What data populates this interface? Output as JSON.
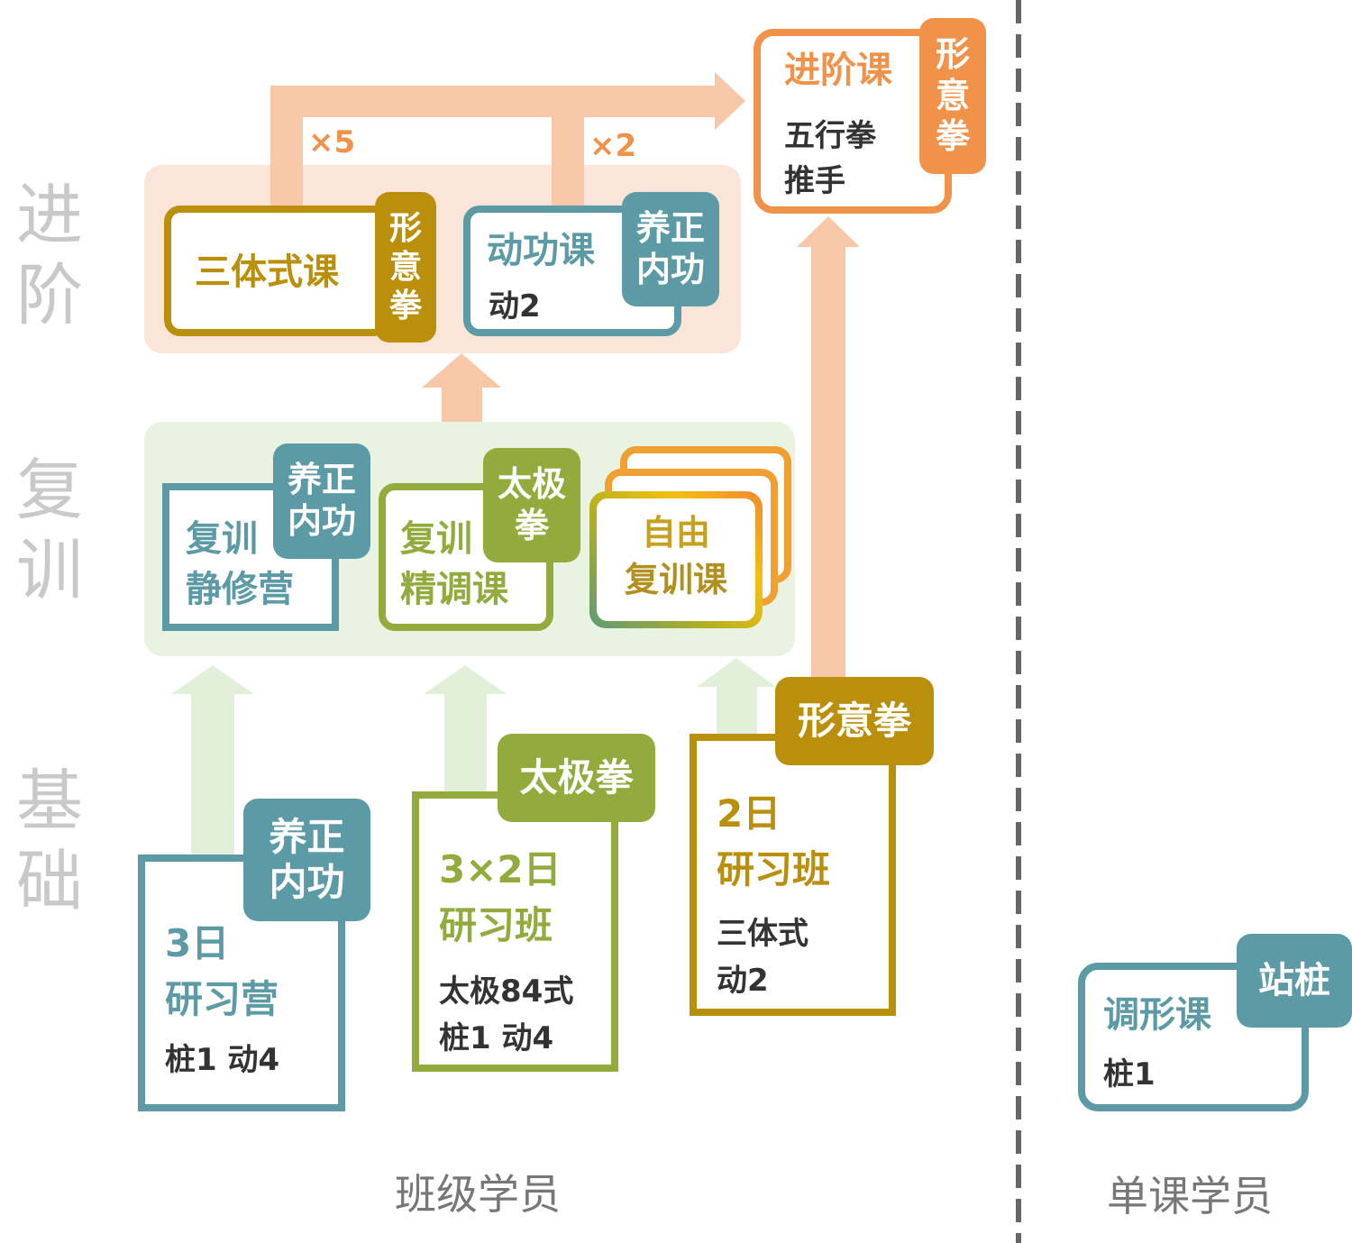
{
  "levels": {
    "advanced": "进\n阶",
    "review": "复\n训",
    "basic": "基\n础"
  },
  "multipliers": {
    "x5": "×5",
    "x2": "×2"
  },
  "advanced": {
    "santishi": {
      "title": "三体式课",
      "tag": "形\n意\n拳"
    },
    "donggong": {
      "title": "动功课",
      "detail": "动2",
      "tag": "养正\n内功"
    },
    "jinjie": {
      "title": "进阶课",
      "detail": "五行拳\n推手",
      "tag": "形\n意\n拳"
    }
  },
  "review": {
    "jingxiu": {
      "title": "复训\n静修营",
      "tag": "养正\n内功"
    },
    "jingtiao": {
      "title": "复训\n精调课",
      "tag": "太极\n拳"
    },
    "ziyou": {
      "title1": "自由",
      "title2": "复训课"
    }
  },
  "basic": {
    "yanxiying": {
      "title": "3日\n研习营",
      "detail": "桩1 动4",
      "tag": "养正\n内功"
    },
    "taiji": {
      "title": "3×2日\n研习班",
      "detail": "太极84式\n桩1 动4",
      "tag": "太极拳"
    },
    "xingyi": {
      "title": "2日\n研习班",
      "detail": "三体式\n动2",
      "tag": "形意拳"
    }
  },
  "single": {
    "title": "调形课",
    "detail": "桩1",
    "tag": "站桩"
  },
  "footer": {
    "class_students": "班级学员",
    "single_students": "单课学员"
  },
  "colors": {
    "teal": "#5c9aa6",
    "gold": "#b98f0c",
    "green": "#93ab3c",
    "orange": "#f0924a"
  }
}
